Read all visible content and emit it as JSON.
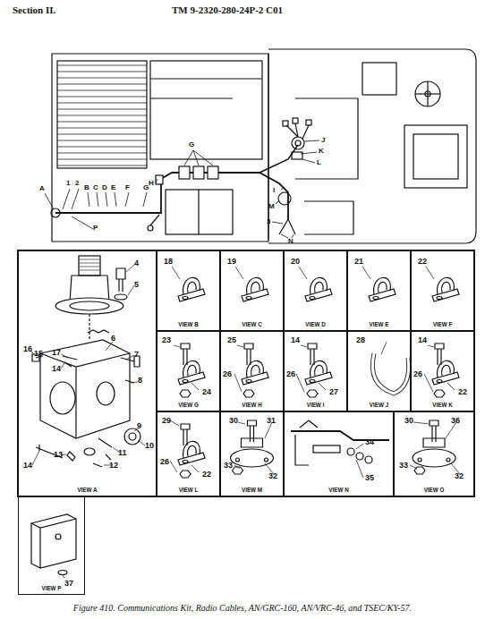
{
  "diagram": {
    "caption": "Figure 410. Communications Kit, Radio Cables, AN/GRC-160, AN/VRC-46, and TSEC/KY-57.",
    "nodes": [
      {
        "text": [
          "VIEW A"
        ]
      },
      {
        "text": [
          "VIEW B"
        ]
      },
      {
        "text": [
          "VIEW C"
        ]
      },
      {
        "text": [
          "VIEW D"
        ]
      },
      {
        "text": [
          "VIEW E"
        ]
      },
      {
        "text": [
          "VIEW F"
        ]
      },
      {
        "text": [
          "VIEW G"
        ]
      },
      {
        "text": [
          "VIEW H"
        ]
      },
      {
        "text": [
          "VIEW I"
        ]
      },
      {
        "text": [
          "VIEW J"
        ]
      },
      {
        "text": [
          "VIEW K"
        ]
      },
      {
        "text": [
          "VIEW L"
        ]
      },
      {
        "text": [
          "VIEW M"
        ]
      },
      {
        "text": [
          "VIEW N"
        ]
      },
      {
        "text": [
          "VIEW O"
        ]
      },
      {
        "text": [
          "VIEW P"
        ]
      }
    ],
    "labels": [
      "Section II.",
      "TM 9-2320-280-24P-2  C01",
      "A",
      "1",
      "2",
      "B",
      "C",
      "D",
      "E",
      "F",
      "G",
      "P",
      "G",
      "H",
      "I",
      "J",
      "K",
      "L",
      "M",
      "3",
      "N",
      "4",
      "5",
      "6",
      "7",
      "8",
      "9",
      "10",
      "11",
      "12",
      "13",
      "14",
      "15",
      "16",
      "17",
      "14",
      "18",
      "19",
      "20",
      "21",
      "22",
      "23",
      "24",
      "25",
      "26",
      "14",
      "26",
      "27",
      "28",
      "14",
      "26",
      "22",
      "29",
      "26",
      "22",
      "30",
      "31",
      "33",
      "32",
      "34",
      "35",
      "30",
      "36",
      "33",
      "32",
      "37"
    ]
  }
}
